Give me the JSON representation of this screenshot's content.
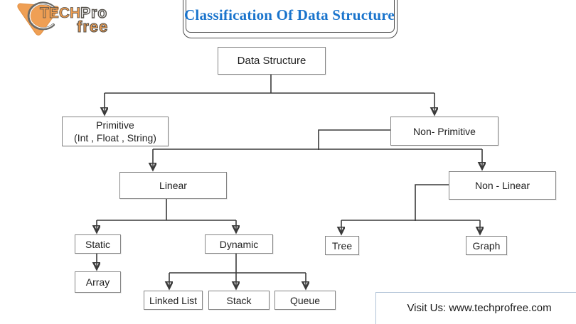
{
  "title": "Classification Of Data Structure",
  "logo": {
    "brand_part1": "TECH",
    "brand_part2": "Pro",
    "brand_part3": "free",
    "orange": "#ed9c4f",
    "outline": "#55514b"
  },
  "footer": {
    "visit_text": "Visit Us: www.techprofree.com"
  },
  "colors": {
    "title_blue": "#1a74cc",
    "connector": "#3a3a3a",
    "node_border": "#848484",
    "visit_border": "#b0c2d6"
  },
  "diagram": {
    "nodes": [
      {
        "id": "data-structure",
        "label": "Data Structure"
      },
      {
        "id": "primitive",
        "label": "Primitive",
        "sublabel": "(Int , Float , String)"
      },
      {
        "id": "non-primitive",
        "label": "Non- Primitive"
      },
      {
        "id": "linear",
        "label": "Linear"
      },
      {
        "id": "non-linear",
        "label": "Non - Linear"
      },
      {
        "id": "static",
        "label": "Static"
      },
      {
        "id": "dynamic",
        "label": "Dynamic"
      },
      {
        "id": "array",
        "label": "Array"
      },
      {
        "id": "linked-list",
        "label": "Linked List"
      },
      {
        "id": "stack",
        "label": "Stack"
      },
      {
        "id": "queue",
        "label": "Queue"
      },
      {
        "id": "tree",
        "label": "Tree"
      },
      {
        "id": "graph",
        "label": "Graph"
      }
    ],
    "edges": [
      [
        "data-structure",
        "primitive"
      ],
      [
        "data-structure",
        "non-primitive"
      ],
      [
        "non-primitive",
        "linear"
      ],
      [
        "non-primitive",
        "non-linear"
      ],
      [
        "linear",
        "static"
      ],
      [
        "linear",
        "dynamic"
      ],
      [
        "static",
        "array"
      ],
      [
        "dynamic",
        "linked-list"
      ],
      [
        "dynamic",
        "stack"
      ],
      [
        "dynamic",
        "queue"
      ],
      [
        "non-linear",
        "tree"
      ],
      [
        "non-linear",
        "graph"
      ]
    ]
  }
}
